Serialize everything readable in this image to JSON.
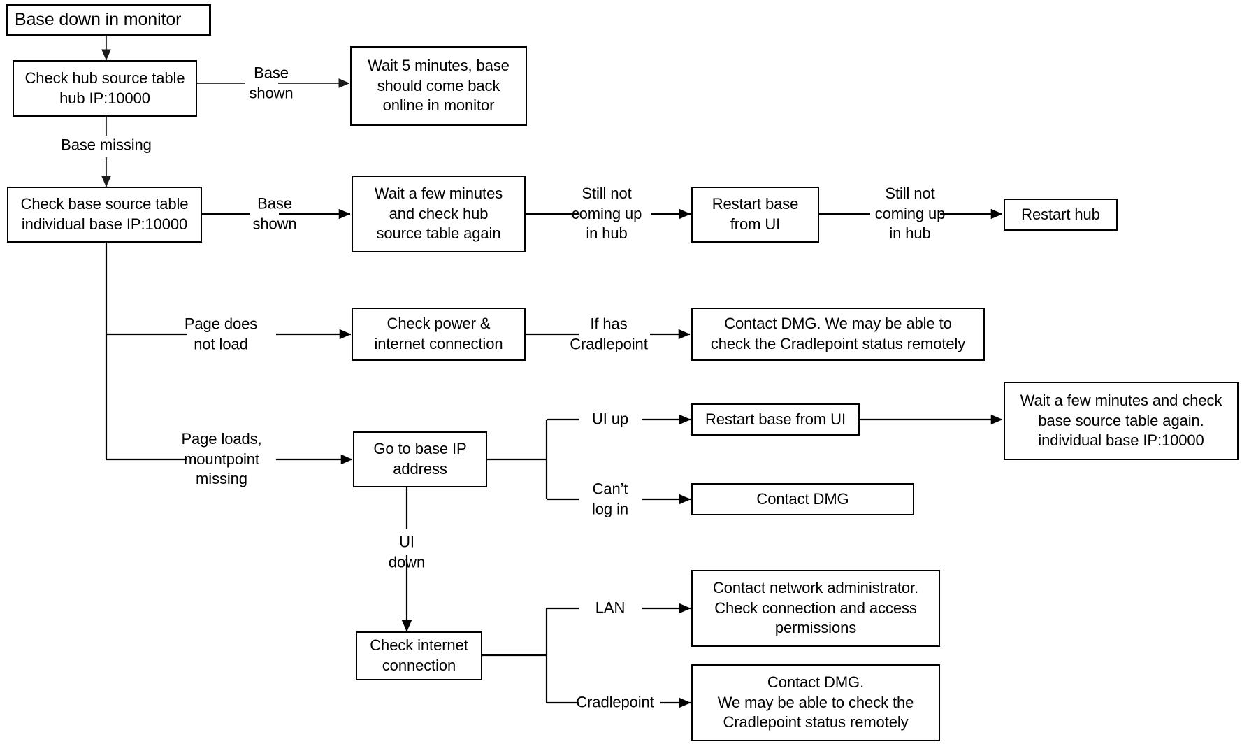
{
  "diagram": {
    "title": "Base down in monitor troubleshooting flowchart",
    "colors": {
      "stroke": "#000000",
      "thin_stroke": "#595959",
      "background": "#ffffff",
      "text": "#000000"
    },
    "nodes": [
      {
        "id": "start",
        "label": "Base down in monitor"
      },
      {
        "id": "check-hub-source",
        "label": "Check hub source table\nhub IP:10000"
      },
      {
        "id": "wait-5-minutes",
        "label": "Wait 5 minutes, base\nshould come back\nonline in monitor"
      },
      {
        "id": "check-base-source",
        "label": "Check base source table\nindividual base IP:10000"
      },
      {
        "id": "wait-check-hub",
        "label": "Wait a few minutes\nand check hub\nsource table again"
      },
      {
        "id": "restart-base-ui-1",
        "label": "Restart base\nfrom UI"
      },
      {
        "id": "restart-hub",
        "label": "Restart hub"
      },
      {
        "id": "check-power",
        "label": "Check power &\ninternet connection"
      },
      {
        "id": "contact-dmg-cradlepoint-1",
        "label": "Contact DMG. We may be able to\ncheck the Cradlepoint status remotely"
      },
      {
        "id": "go-to-base-ip",
        "label": "Go to base IP\naddress"
      },
      {
        "id": "restart-base-ui-2",
        "label": "Restart base from UI"
      },
      {
        "id": "wait-check-base-source",
        "label": "Wait a few minutes and check\nbase source table again.\nindividual base IP:10000"
      },
      {
        "id": "contact-dmg-1",
        "label": "Contact DMG"
      },
      {
        "id": "check-internet",
        "label": "Check internet\nconnection"
      },
      {
        "id": "contact-network-admin",
        "label": "Contact network administrator.\nCheck connection and access\npermissions"
      },
      {
        "id": "contact-dmg-cradlepoint-2",
        "label": "Contact DMG.\nWe may be able to check the\nCradlepoint status remotely"
      }
    ],
    "edge_labels": [
      {
        "id": "base-shown-1",
        "text": "Base\nshown"
      },
      {
        "id": "base-missing",
        "text": "Base missing"
      },
      {
        "id": "base-shown-2",
        "text": "Base\nshown"
      },
      {
        "id": "still-not-hub-1",
        "text": "Still not\ncoming up\nin hub"
      },
      {
        "id": "still-not-hub-2",
        "text": "Still not\ncoming up\nin hub"
      },
      {
        "id": "page-not-load",
        "text": "Page does\nnot load"
      },
      {
        "id": "if-has-cradlepoint",
        "text": "If has\nCradlepoint"
      },
      {
        "id": "page-loads",
        "text": "Page loads,\nmountpoint\nmissing"
      },
      {
        "id": "ui-up",
        "text": "UI up"
      },
      {
        "id": "cant-log-in",
        "text": "Can’t\nlog in"
      },
      {
        "id": "ui-down",
        "text": "UI\ndown"
      },
      {
        "id": "lan",
        "text": "LAN"
      },
      {
        "id": "cradlepoint",
        "text": "Cradlepoint"
      }
    ]
  }
}
